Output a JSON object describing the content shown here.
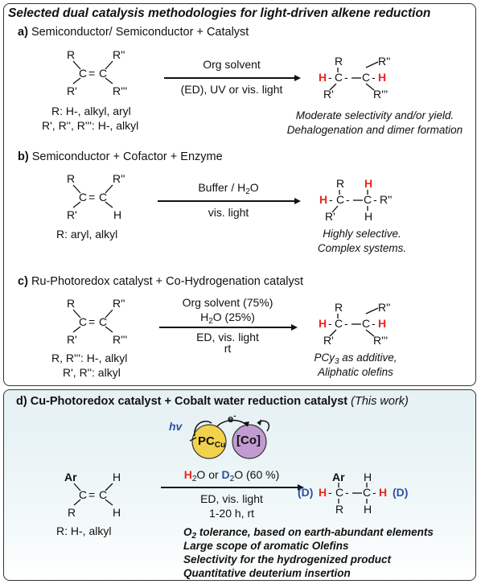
{
  "title": "Selected dual catalysis methodologies for light-driven alkene reduction",
  "sections": {
    "a": {
      "letter": "a)",
      "heading": "Semiconductor/ Semiconductor + Catalyst",
      "cond_top": "Org solvent",
      "cond_bottom": "(ED), UV or vis. light",
      "r_label_1": "R: H-, alkyl, aryl",
      "r_label_2": "R', R'', R''': H-, alkyl",
      "note_1": "Moderate selectivity and/or yield.",
      "note_2": "Dehalogenation and dimer formation"
    },
    "b": {
      "letter": "b)",
      "heading": "Semiconductor + Cofactor + Enzyme",
      "cond_top": "Buffer / H",
      "cond_top_sub": "2",
      "cond_top_tail": "O",
      "cond_bottom": "vis. light",
      "r_label_1": "R: aryl, alkyl",
      "note_1": "Highly selective.",
      "note_2": "Complex systems."
    },
    "c": {
      "letter": "c)",
      "heading": "Ru-Photoredox catalyst + Co-Hydrogenation catalyst",
      "cond_top_1": "Org solvent (75%)",
      "cond_top_2a": "H",
      "cond_top_2sub": "2",
      "cond_top_2b": "O (25%)",
      "cond_bottom_1": "ED, vis. light",
      "cond_bottom_2": "rt",
      "r_label_1": "R, R''': H-, alkyl",
      "r_label_2": "R', R'': alkyl",
      "note_1a": "PCy",
      "note_1sub": "3",
      "note_1b": " as additive,",
      "note_2": "Aliphatic olefins"
    },
    "d": {
      "letter": "d)",
      "heading": "Cu-Photoredox catalyst + Cobalt water reduction catalyst",
      "heading_tail": "(This work)",
      "hv": "hv",
      "pc": "PC",
      "pc_sub": "Cu",
      "co": "[Co]",
      "electron": "e",
      "electron_sup": "-",
      "cond_h": "H",
      "cond_h_sub": "2",
      "cond_mid": "O or ",
      "cond_d": "D",
      "cond_d_sub": "2",
      "cond_tail": "O (60 %)",
      "cond_bottom_1": "ED, vis. light",
      "cond_bottom_2": "1-20 h, rt",
      "r_label_1": "R: H-, alkyl",
      "d_left": "(D)",
      "d_right": "(D)",
      "feat_1a": "O",
      "feat_1sub": "2",
      "feat_1b": " tolerance, based on earth-abundant elements",
      "feat_2": "Large scope of aromatic Olefins",
      "feat_3": "Selectivity for the hydrogenized product",
      "feat_4": "Quantitative deuterium insertion"
    }
  },
  "atoms": {
    "R": "R",
    "R1": "R'",
    "R2": "R''",
    "R3": "R'''",
    "H": "H",
    "C": "C",
    "Ar": "Ar",
    "eq": "=",
    "dash": "-"
  },
  "colors": {
    "red": "#e8261f",
    "blue": "#2d4fa3",
    "pc_yellow": "#f3d24b",
    "co_purple": "#c29bd3",
    "panel_bg": "#e6f1f4"
  }
}
